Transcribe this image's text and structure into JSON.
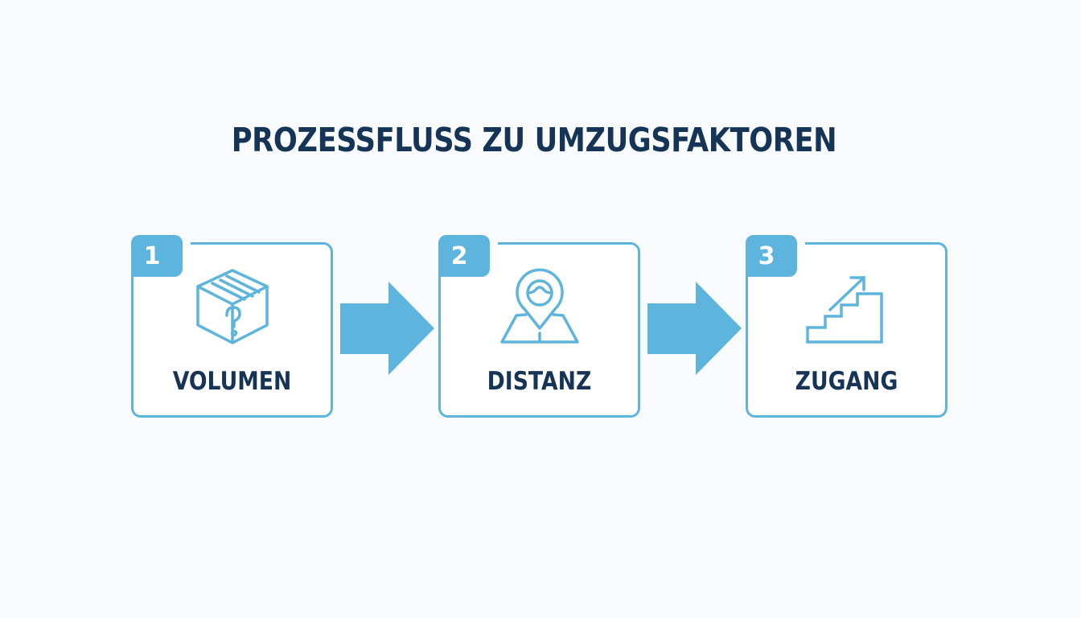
{
  "title": "PROZESSFLUSS ZU UMZUGSFAKTOREN",
  "colors": {
    "accent": "#5db4dc",
    "text_dark": "#163556",
    "background": "#f8fafb"
  },
  "steps": [
    {
      "number": "1",
      "label": "VOLUMEN",
      "icon": "box-question-icon"
    },
    {
      "number": "2",
      "label": "DISTANZ",
      "icon": "map-pin-icon"
    },
    {
      "number": "3",
      "label": "ZUGANG",
      "icon": "stairs-arrow-icon"
    }
  ],
  "connectors": [
    {
      "from": "1",
      "to": "2",
      "icon": "arrow-right-icon"
    },
    {
      "from": "2",
      "to": "3",
      "icon": "arrow-right-icon"
    }
  ]
}
